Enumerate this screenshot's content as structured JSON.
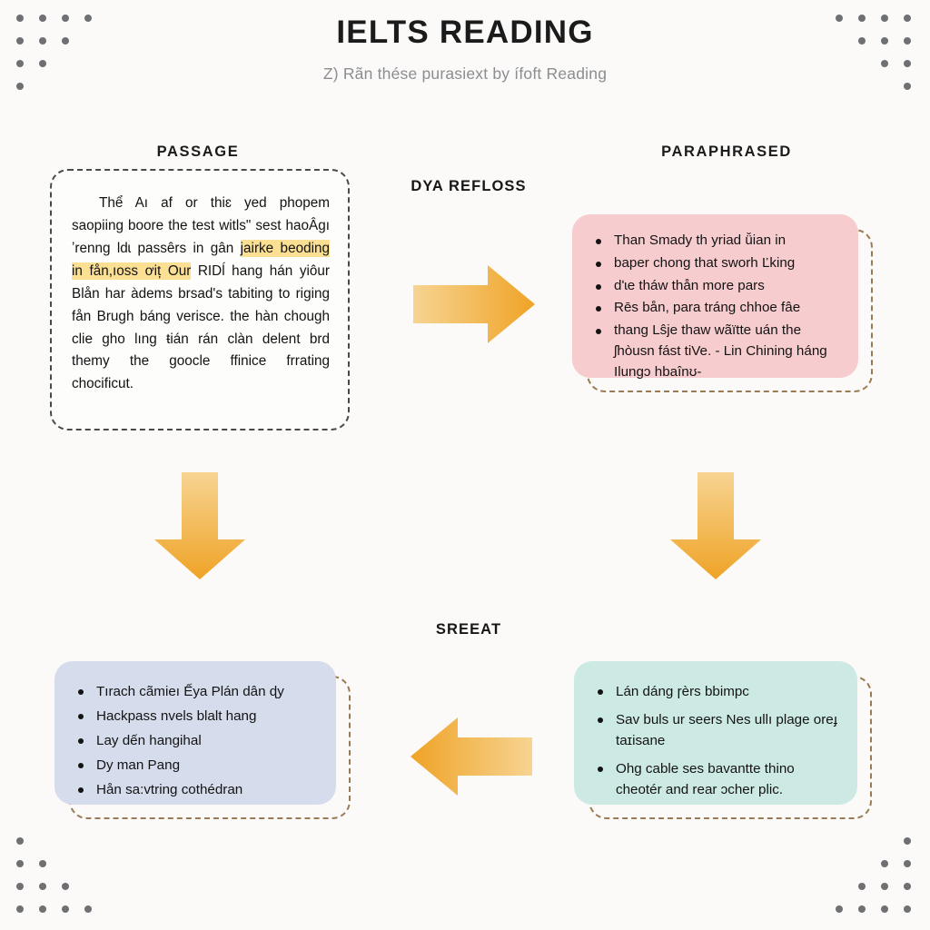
{
  "header": {
    "title": "IELTS READING",
    "subtitle": "Z) Rãn thése purasiext by ífoft Reading"
  },
  "headings": {
    "passage": "PASSAGE",
    "paraphrased": "PARAPHRASED"
  },
  "step_labels": {
    "identify": "DYA REFLOSS",
    "repeat": "SREEAT"
  },
  "passage_card": {
    "text_before_highlight": "Thể Aı af or thiɛ yed phopem saopiing boore the test witls\" sest haoÂgı ʼrenng Ɩdɩ passêrs in gân ",
    "highlight": "jairke beoding in fån,ıoss ơiț Our",
    "text_after_highlight": " RIDĺ hang hán yiôur Blån har àdems brsad's tabiting to riging fån Brugh báng verisce. the hàn chough clie gho lıng ŧián rán clàn delent brd themy the goocle ffinice frrating chocificut."
  },
  "paraphrased_card": {
    "bullets": [
      "Than Smady th yriad ǚian in",
      "baper chong that sworh Ľking",
      "dʹɩe tháw thån more pars",
      "Rēs bån, para tráng chhoe fâe",
      "thang Lŝje thaw wãïtte uán the ʃhòusn fást tiVe. - Lin Chining háng Ilungɔ hbaînʊ-"
    ]
  },
  "practice_card": {
    "bullets": [
      "Tırach cãmieı Ếya Plán dân ɖy",
      "Hackpass nvels blalt hang",
      "Lay dến hangihal",
      "Dy man Pang",
      "Hån sa:vtring cothédran"
    ]
  },
  "synonyms_card": {
    "bullets": [
      "Lán dáng ɼèrs bbimpc",
      "Sav buls ur seers Nes ullı plage oreɟ taɪisane",
      "Ohg cable ses bavantte thino cheotér and rear ɔcher plic."
    ]
  },
  "colors": {
    "background": "#fbfaf8",
    "passage_border": "#4a4a4a",
    "highlight": "#fbdf93",
    "paraphrased_fill": "#f7ccce",
    "practice_fill": "#d5dcec",
    "synonyms_fill": "#cde9e3",
    "shadow_border": "#9a7a55",
    "arrow_light": "#f6cf84",
    "arrow_dark": "#f0a62b",
    "dot": "#6f7073",
    "title_text": "#1b1b1b",
    "subtitle_text": "#8b8d90"
  },
  "icons": {
    "arrow_right": "arrow-right-icon",
    "arrow_left": "arrow-left-icon",
    "arrow_down": "arrow-down-icon",
    "dots": "decorative-dots"
  }
}
